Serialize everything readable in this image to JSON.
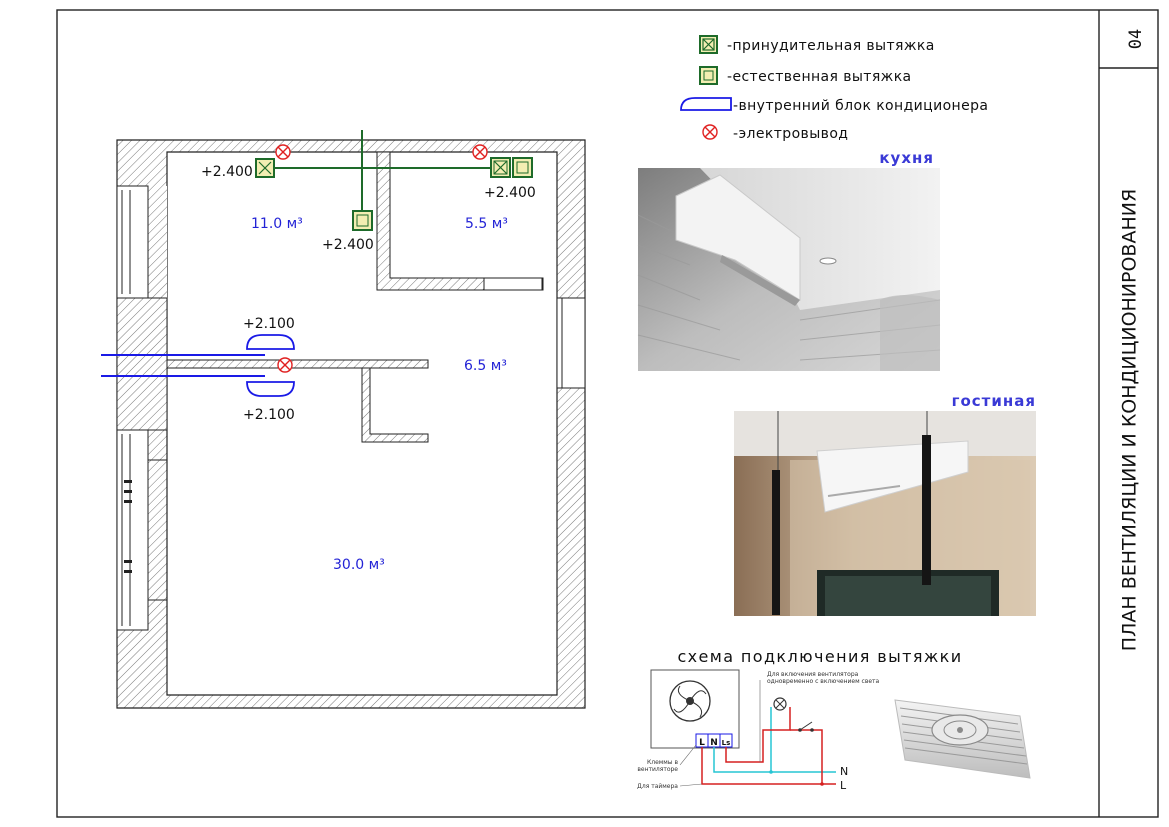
{
  "sheet": {
    "number": "04",
    "title": "ПЛАН ВЕНТИЛЯЦИИ И КОНДИЦИОНИРОВАНИЯ"
  },
  "legend": {
    "forced": "-принудительная вытяжка",
    "natural": "-естественная вытяжка",
    "ac": "-внутренний блок кондиционера",
    "electro": "-электровывод"
  },
  "plan": {
    "volumes": {
      "room_top_left": "11.0 м³",
      "room_top_right": "5.5 м³",
      "corridor": "6.5 м³",
      "living": "30.0 м³"
    },
    "elevations": {
      "vent_left": "+2.400",
      "vent_right": "+2.400",
      "vent_middle": "+2.400",
      "ac_upper": "+2.100",
      "ac_lower": "+2.100"
    }
  },
  "photos": {
    "kitchen_caption": "кухня",
    "living_caption": "гостиная"
  },
  "scheme": {
    "title": "схема подключения вытяжки",
    "note_line1": "Для включения вентилятора",
    "note_line2": "одновременно с включением света",
    "terminals_line1": "Клеммы в",
    "terminals_line2": "вентиляторе",
    "timer": "Для таймера",
    "term_l": "L",
    "term_n": "N",
    "term_ls": "Ls",
    "line_n": "N",
    "line_l": "L"
  },
  "colors": {
    "duct": "#1e6b2a",
    "ac_pipe": "#1a1ae6",
    "electro": "#e02020",
    "text_blue": "#2323d6"
  }
}
